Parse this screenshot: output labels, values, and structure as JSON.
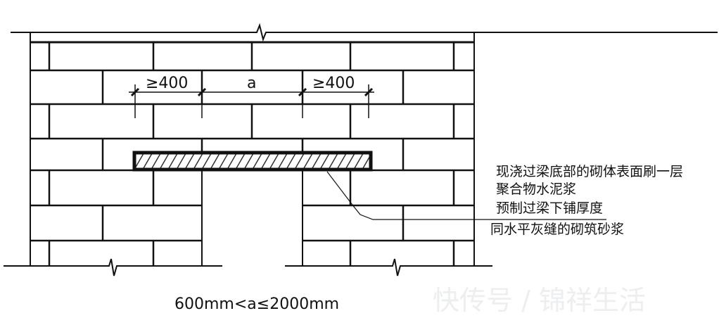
{
  "dimensions": {
    "left_min": "≥400",
    "opening": "a",
    "right_min": "≥400"
  },
  "annotations": [
    "现浇过梁底部的砌体表面刷一层",
    "聚合物水泥浆",
    "预制过梁下铺厚度",
    "同水平灰缝的砌筑砂浆"
  ],
  "range_note": "600mm<a≤2000mm",
  "watermark": "快传号 / 锦祥生活",
  "colors": {
    "line": "#111111",
    "mortar": "#777777"
  }
}
